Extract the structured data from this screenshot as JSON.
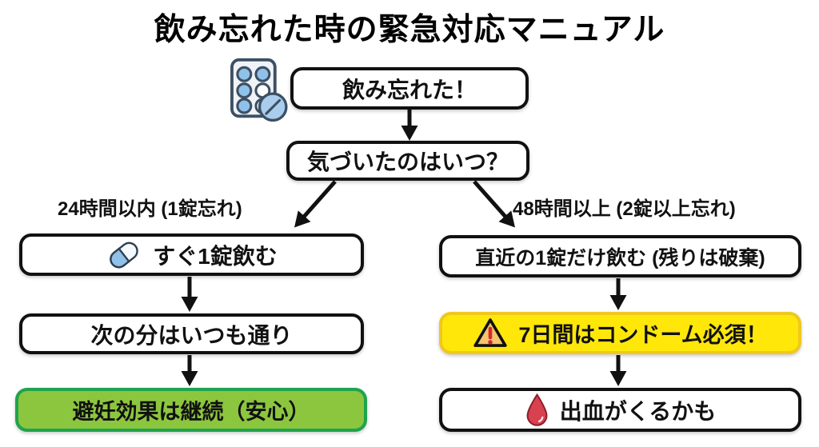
{
  "title": "飲み忘れた時の緊急対応マニュアル",
  "flow": {
    "start": "飲み忘れた！",
    "question": "気づいたのはいつ？",
    "left_branch_label": "24時間以内 (1錠忘れ)",
    "right_branch_label": "48時間以上 (2錠以上忘れ)",
    "left_steps": [
      {
        "label": "すぐ1錠飲む",
        "icon": "capsule-icon"
      },
      {
        "label": "次の分はいつも通り",
        "icon": ""
      },
      {
        "label": "避妊効果は継続（安心）",
        "icon": "",
        "highlight": "green"
      }
    ],
    "right_steps": [
      {
        "label": "直近の1錠だけ飲む (残りは破棄)",
        "icon": ""
      },
      {
        "label": "7日間はコンドーム必須！",
        "icon": "warning-icon",
        "highlight": "yellow"
      },
      {
        "label": "出血がくるかも",
        "icon": "blood-drop-icon"
      }
    ]
  },
  "icons": {
    "start": "pill-blister-pack-icon"
  },
  "colors": {
    "green_fill": "#8CC63F",
    "green_border": "#1FA34D",
    "yellow_fill": "#FFE70A",
    "yellow_border": "#EFC81D",
    "icon_blue": "#8FC1E9",
    "icon_outline": "#3D4F63",
    "warning_fill": "#F6C46B",
    "warning_mark": "#D7282F",
    "blood_red": "#D8414F",
    "arrow_black": "#111111"
  }
}
